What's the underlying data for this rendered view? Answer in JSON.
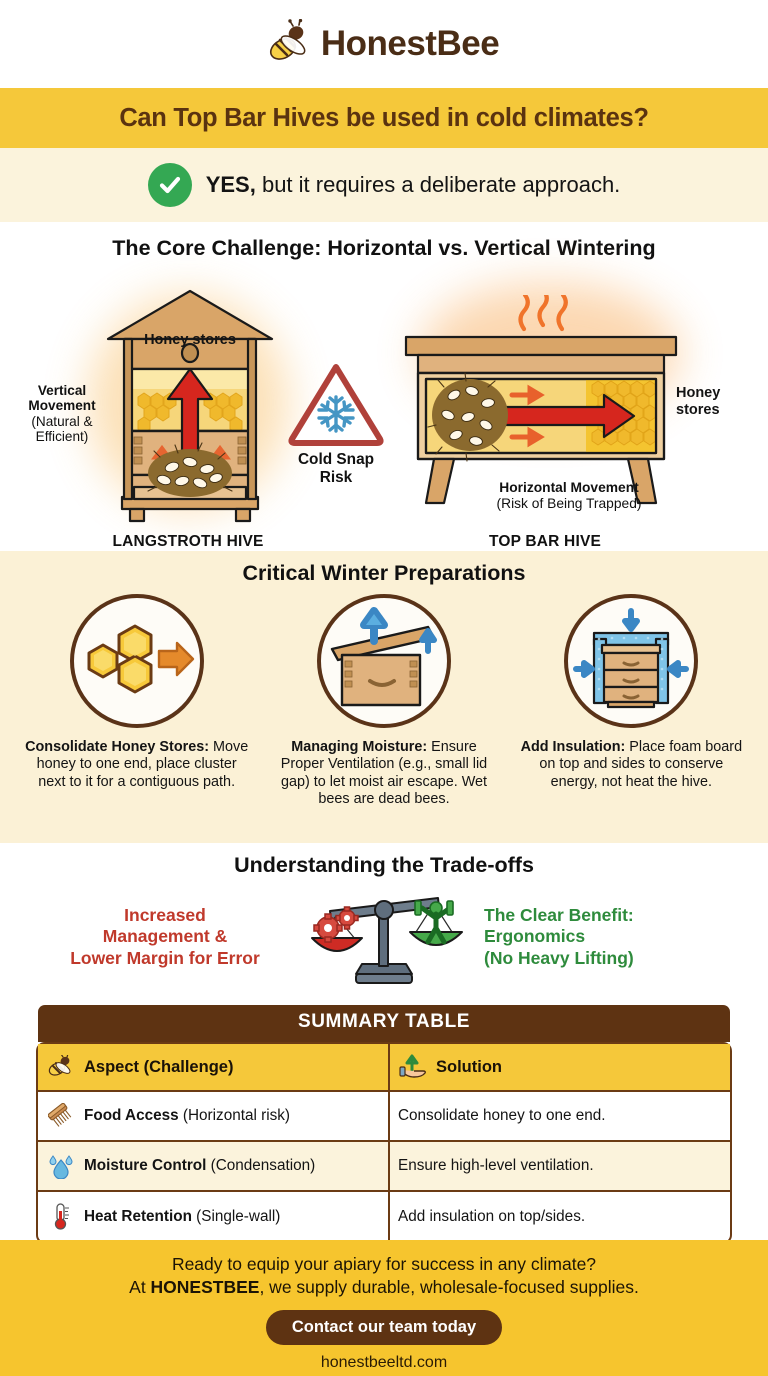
{
  "brand": {
    "name": "HonestBee",
    "logo_icon": "bee-icon",
    "brand_color": "#4A2D16",
    "accent_yellow": "#F5C83A"
  },
  "title_band": {
    "heading": "Can Top Bar Hives be used in cold climates?"
  },
  "answer": {
    "check_icon": "check-circle-icon",
    "emphasis": "YES,",
    "rest": " but it requires a deliberate approach."
  },
  "core": {
    "title": "The Core Challenge: Horizontal vs. Vertical Wintering",
    "langstroth": {
      "caption": "LANGSTROTH HIVE",
      "honey_label": "Honey stores",
      "movement_line1": "Vertical",
      "movement_line2": "Movement",
      "movement_line3": "(Natural &",
      "movement_line4": "Efficient)"
    },
    "risk": {
      "icon": "snowflake-warning-icon",
      "line1": "Cold Snap",
      "line2": "Risk"
    },
    "topbar": {
      "caption": "TOP BAR HIVE",
      "honey_line1": "Honey",
      "honey_line2": "stores",
      "movement_line1": "Horizontal Movement",
      "movement_line2": "(Risk of Being Trapped)"
    }
  },
  "prep": {
    "title": "Critical Winter Preparations",
    "items": [
      {
        "icon": "honeycomb-arrow-icon",
        "bold": "Consolidate Honey Stores:",
        "text": " Move honey to one end, place cluster next to it for a contiguous path."
      },
      {
        "icon": "hive-lid-gap-icon",
        "bold": "Managing Moisture:",
        "text": " Ensure Proper Ventilation (e.g., small lid gap) to let moist air escape. Wet bees are dead bees."
      },
      {
        "icon": "insulated-hive-icon",
        "bold": "Add Insulation:",
        "text": " Place foam board on top and sides to conserve energy, not heat the hive."
      }
    ]
  },
  "tradeoffs": {
    "title": "Understanding the Trade-offs",
    "icon": "balance-scale-icon",
    "negative_color": "#C0392B",
    "positive_color": "#2E8B3C",
    "negative": "Increased\nManagement &\nLower Margin for Error",
    "negative_lines": [
      "Increased",
      "Management &",
      "Lower Margin for Error"
    ],
    "positive_lines": [
      "The Clear Benefit:",
      "Ergonomics",
      "(No Heavy Lifting)"
    ]
  },
  "summary_table": {
    "caption": "SUMMARY TABLE",
    "headers": [
      {
        "icon": "bee-icon",
        "label": "Aspect (Challenge)"
      },
      {
        "icon": "hand-solution-icon",
        "label": "Solution"
      }
    ],
    "rows": [
      {
        "icon": "honeycomb-comb-icon",
        "aspect_bold": "Food Access",
        "aspect_note": " (Horizontal risk)",
        "solution": "Consolidate honey to one end."
      },
      {
        "icon": "water-droplet-icon",
        "aspect_bold": "Moisture Control",
        "aspect_note": " (Condensation)",
        "solution": "Ensure high-level ventilation."
      },
      {
        "icon": "thermometer-icon",
        "aspect_bold": "Heat Retention",
        "aspect_note": " (Single-wall)",
        "solution": "Add insulation on top/sides."
      }
    ]
  },
  "footer": {
    "line1": "Ready to equip your apiary for success in any climate?",
    "line2_pre": "At ",
    "line2_bold": "HONESTBEE",
    "line2_post": ", we supply durable, wholesale-focused supplies.",
    "cta": "Contact our team today",
    "website": "honestbeeltd.com"
  }
}
